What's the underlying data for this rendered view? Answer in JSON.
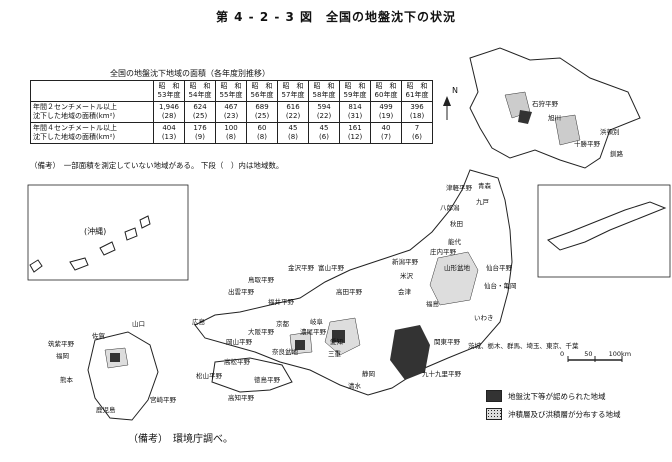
{
  "title": "第 4 - 2 - 3 図　全国の地盤沈下の状況",
  "table": {
    "caption": "全国の地盤沈下地域の面積（各年度別推移）",
    "years": [
      {
        "top": "昭　和",
        "bottom": "53年度"
      },
      {
        "top": "昭　和",
        "bottom": "54年度"
      },
      {
        "top": "昭　和",
        "bottom": "55年度"
      },
      {
        "top": "昭　和",
        "bottom": "56年度"
      },
      {
        "top": "昭　和",
        "bottom": "57年度"
      },
      {
        "top": "昭　和",
        "bottom": "58年度"
      },
      {
        "top": "昭　和",
        "bottom": "59年度"
      },
      {
        "top": "昭　和",
        "bottom": "60年度"
      },
      {
        "top": "昭　和",
        "bottom": "61年度"
      }
    ],
    "rows": [
      {
        "label1": "年間２センチメートル以上",
        "label2": "沈下した地域の面積(km²)",
        "values": [
          "1,946",
          "624",
          "467",
          "689",
          "616",
          "594",
          "814",
          "499",
          "396"
        ],
        "counts": [
          "(28)",
          "(25)",
          "(23)",
          "(25)",
          "(22)",
          "(22)",
          "(31)",
          "(19)",
          "(18)"
        ]
      },
      {
        "label1": "年間４センチメートル以上",
        "label2": "沈下した地域の面積(km²)",
        "values": [
          "404",
          "176",
          "100",
          "60",
          "45",
          "45",
          "161",
          "40",
          "7"
        ],
        "counts": [
          "(13)",
          "(9)",
          "(8)",
          "(8)",
          "(8)",
          "(6)",
          "(12)",
          "(7)",
          "(6)"
        ]
      }
    ]
  },
  "note": "（備考）　一部面積を測定していない地域がある。 下段（　）内は地域数。",
  "source": "（備考）　環境庁調べ。",
  "okinawa_label": "(沖縄)",
  "legend": [
    {
      "label": "地盤沈下等が認められた地域",
      "swatch": "dark"
    },
    {
      "label": "沖積層及び洪積層が分布する地域",
      "swatch": "dotted"
    }
  ],
  "scale": {
    "ticks": [
      "0",
      "50",
      "100km"
    ]
  },
  "compass": "N",
  "place_labels": [
    "石狩平野",
    "十勝平野",
    "浜頓別",
    "旭川",
    "釧路",
    "津軽平野",
    "九戸",
    "青森",
    "秋田",
    "八郎潟",
    "能代",
    "新潟平野",
    "山形盆地",
    "仙台平野",
    "庄内平野",
    "仙台・亀岡",
    "会津",
    "いわき",
    "福島",
    "米沢",
    "高田平野",
    "金沢平野",
    "福井平野",
    "富山平野",
    "関東平野",
    "九十九里平野",
    "茨城、栃木、群馬、埼玉、東京、千葉",
    "濃尾平野",
    "岐阜",
    "愛知",
    "三重",
    "大阪平野",
    "奈良盆地",
    "京都",
    "静岡",
    "清水",
    "筑紫平野",
    "佐賀",
    "福岡",
    "熊本",
    "鹿児島",
    "宮崎平野",
    "高知平野",
    "岡山平野",
    "広島",
    "松山平野",
    "徳島平野",
    "高松平野",
    "出雲平野",
    "鳥取平野",
    "山口"
  ]
}
